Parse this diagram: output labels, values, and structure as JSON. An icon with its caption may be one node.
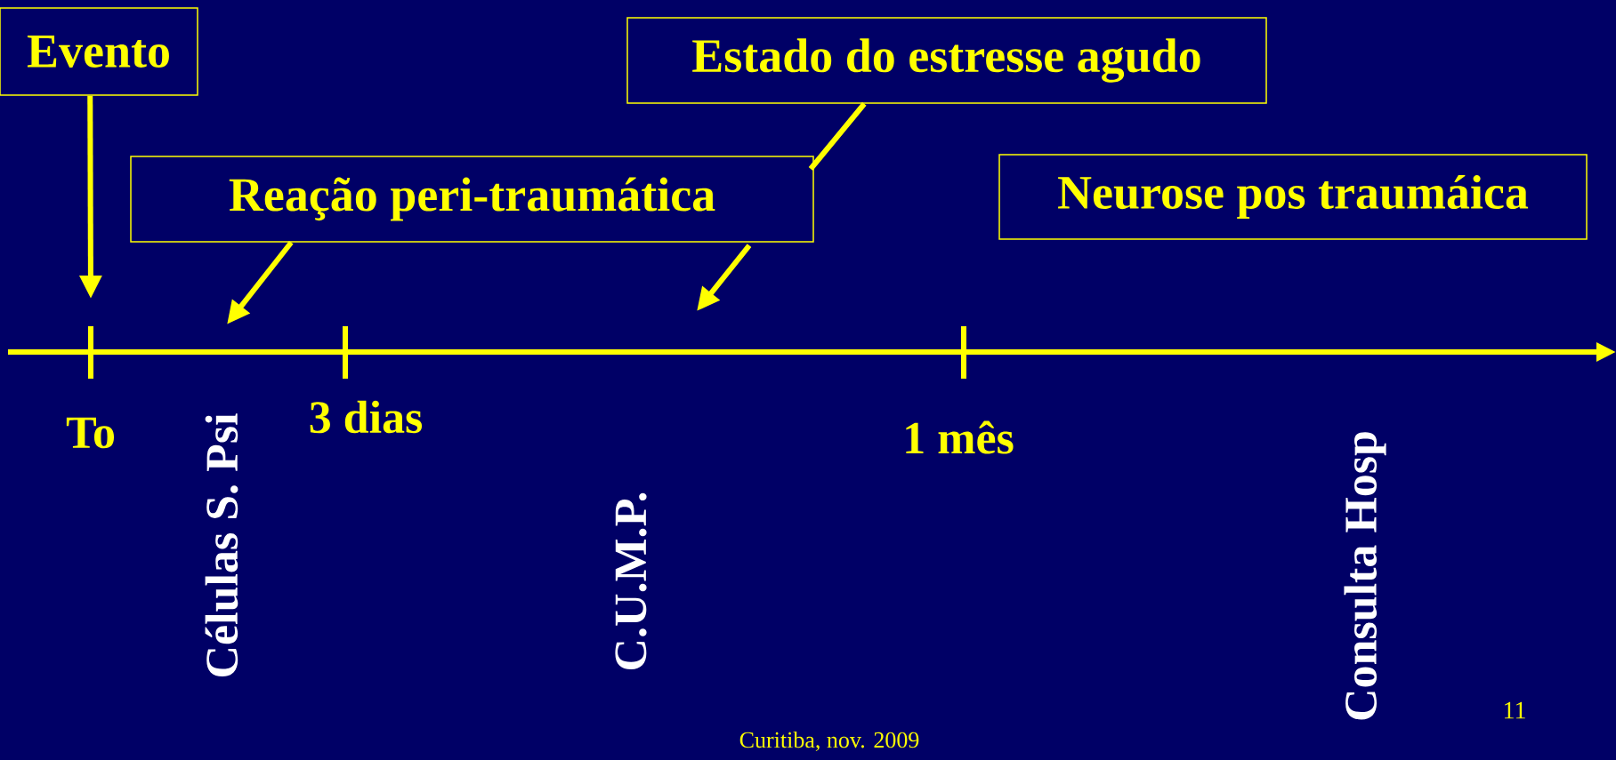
{
  "diagram": {
    "nodes": [
      {
        "text": [
          "Evento"
        ]
      },
      {
        "text": [
          "Estado do estresse agudo"
        ]
      },
      {
        "text": [
          "Reação peri-traumática"
        ]
      },
      {
        "text": [
          "Neurose pos traumáica"
        ]
      }
    ],
    "edges": [
      {
        "from": 0,
        "to": null,
        "arrow": "to"
      },
      {
        "from": 2,
        "to": null,
        "arrow": "to"
      },
      {
        "from": 1,
        "to": null,
        "arrow": "to"
      }
    ],
    "labels": [
      "To",
      "Células S. Psi",
      "3 dias",
      "C.U.M.P.",
      "1 mês",
      "Consulta Hosp",
      "11",
      "Curitiba, nov. 2009"
    ]
  }
}
